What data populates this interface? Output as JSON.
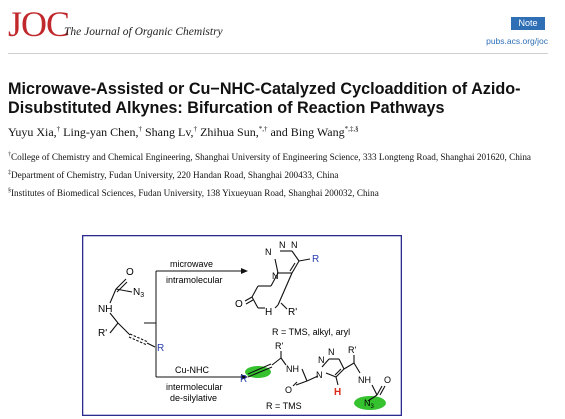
{
  "header": {
    "logo_text": "JOC",
    "journal_name": "The Journal of Organic Chemistry",
    "article_type": "Note",
    "site": "pubs.acs.org/joc"
  },
  "article": {
    "title_line1": "Microwave-Assisted or Cu−NHC-Catalyzed Cycloaddition of Azido-",
    "title_line2": "Disubstituted Alkynes: Bifurcation of Reaction Pathways",
    "authors": [
      {
        "name": "Yuyu Xia,",
        "marks": "†"
      },
      {
        "name": "Ling-yan Chen,",
        "marks": "†"
      },
      {
        "name": "Shang Lv,",
        "marks": "†"
      },
      {
        "name": "Zhihua Sun,",
        "marks": "*,†"
      },
      {
        "name": "and Bing Wang",
        "marks": "*,‡,§"
      }
    ],
    "affiliations": [
      {
        "mark": "†",
        "text": "College of Chemistry and Chemical Engineering, Shanghai University of Engineering Science, 333 Longteng Road, Shanghai 201620, China"
      },
      {
        "mark": "‡",
        "text": "Department of Chemistry, Fudan University, 220 Handan Road, Shanghai 200433, China"
      },
      {
        "mark": "§",
        "text": "Institutes of Biomedical Sciences, Fudan University, 138 Yixueyuan Road, Shanghai 200032, China"
      }
    ]
  },
  "toc_graphic": {
    "atoms": {
      "N": "N",
      "O": "O",
      "H": "H",
      "NH": "NH",
      "R": "R",
      "R_prime": "R'",
      "N3": "N",
      "N3_sub": "3"
    },
    "upper_path": {
      "condition_1": "microwave",
      "condition_2": "intramolecular",
      "r_groups": "R = TMS, alkyl, aryl"
    },
    "lower_path": {
      "condition_1": "Cu-NHC",
      "condition_2": "intermolecular",
      "condition_3": "de-silylative",
      "r_groups": "R = TMS"
    },
    "colors": {
      "frame": "#2b2b8f",
      "r_group": "#2b3fb0",
      "hydrogen": "#d92b1c",
      "highlight": "#35c22e"
    }
  }
}
